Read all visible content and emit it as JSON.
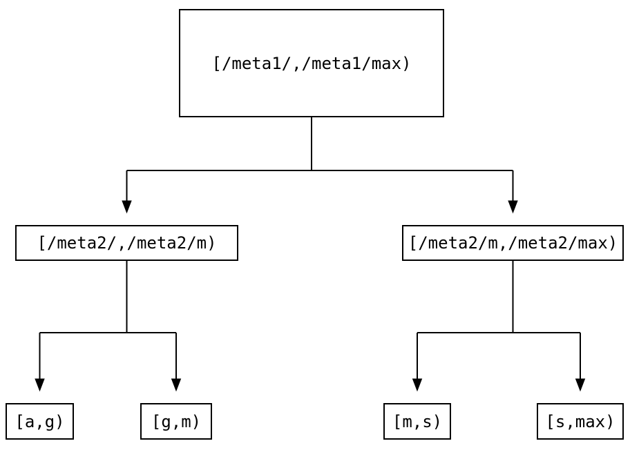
{
  "diagram": {
    "type": "tree",
    "nodes": {
      "root": {
        "label": "[/meta1/,/meta1/max)"
      },
      "meta2_left": {
        "label": "[/meta2/,/meta2/m)"
      },
      "meta2_right": {
        "label": "[/meta2/m,/meta2/max)"
      },
      "leaf_ag": {
        "label": "[a,g)"
      },
      "leaf_gm": {
        "label": "[g,m)"
      },
      "leaf_ms": {
        "label": "[m,s)"
      },
      "leaf_smax": {
        "label": "[s,max)"
      }
    },
    "edges": [
      {
        "from": "root",
        "to": "meta2_left"
      },
      {
        "from": "root",
        "to": "meta2_right"
      },
      {
        "from": "meta2_left",
        "to": "leaf_ag"
      },
      {
        "from": "meta2_left",
        "to": "leaf_gm"
      },
      {
        "from": "meta2_right",
        "to": "leaf_ms"
      },
      {
        "from": "meta2_right",
        "to": "leaf_smax"
      }
    ],
    "colors": {
      "line": "#000000",
      "node_border": "#000000",
      "node_fill": "#ffffff",
      "text": "#000000",
      "background": "#ffffff"
    }
  }
}
